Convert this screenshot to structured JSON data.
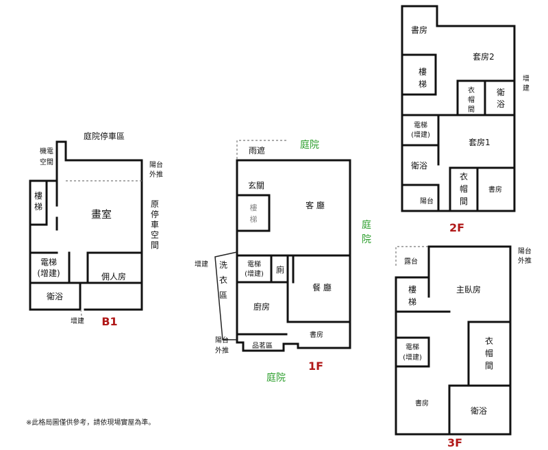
{
  "floors": {
    "b1": {
      "floor_label": "B1",
      "parking_area": "庭院停車區",
      "machine_room": [
        "機電",
        "空間"
      ],
      "balcony": [
        "陽台",
        "外推"
      ],
      "stairs": [
        "樓",
        "梯"
      ],
      "studio": "畫室",
      "former_parking": [
        "原",
        "停",
        "車",
        "空",
        "間"
      ],
      "elevator": [
        "電梯",
        "(增建)"
      ],
      "maid_room": "佣人房",
      "bathroom": "衛浴",
      "extension": "增建"
    },
    "f1": {
      "floor_label": "1F",
      "porch": "雨遮",
      "yard_top": "庭院",
      "entrance": "玄關",
      "stairs": [
        "樓",
        "梯"
      ],
      "living_room": "客 廳",
      "yard_right": [
        "庭",
        "院"
      ],
      "extension": "增建",
      "laundry": [
        "洗",
        "衣",
        "區"
      ],
      "elevator": [
        "電梯",
        "(增建)"
      ],
      "toilet": "廁",
      "dining_room": "餐 廳",
      "kitchen": "廚房",
      "study": "書房",
      "balcony": [
        "陽台",
        "外推"
      ],
      "tea_area": "品茗區",
      "yard_bottom": "庭院"
    },
    "f2": {
      "floor_label": "2F",
      "study_top": "書房",
      "suite2": "套房2",
      "stairs": [
        "樓",
        "梯"
      ],
      "closet2": [
        "衣",
        "帽",
        "間"
      ],
      "bath2": [
        "衛",
        "浴"
      ],
      "extension": [
        "增",
        "建"
      ],
      "elevator": [
        "電梯",
        "(增建)"
      ],
      "suite1": "套房1",
      "bath1": "衛浴",
      "closet1": [
        "衣",
        "帽",
        "間"
      ],
      "study_bottom": "書房",
      "balcony": "陽台"
    },
    "f3": {
      "floor_label": "3F",
      "terrace": "露台",
      "balcony": [
        "陽台",
        "外推"
      ],
      "stairs": [
        "樓",
        "梯"
      ],
      "master_bedroom": "主臥房",
      "elevator": [
        "電梯",
        "(增建)"
      ],
      "closet": [
        "衣",
        "帽",
        "間"
      ],
      "study": "書房",
      "bathroom": "衛浴"
    }
  },
  "note": "※此格局圖僅供參考，請依現場實屋為準。"
}
